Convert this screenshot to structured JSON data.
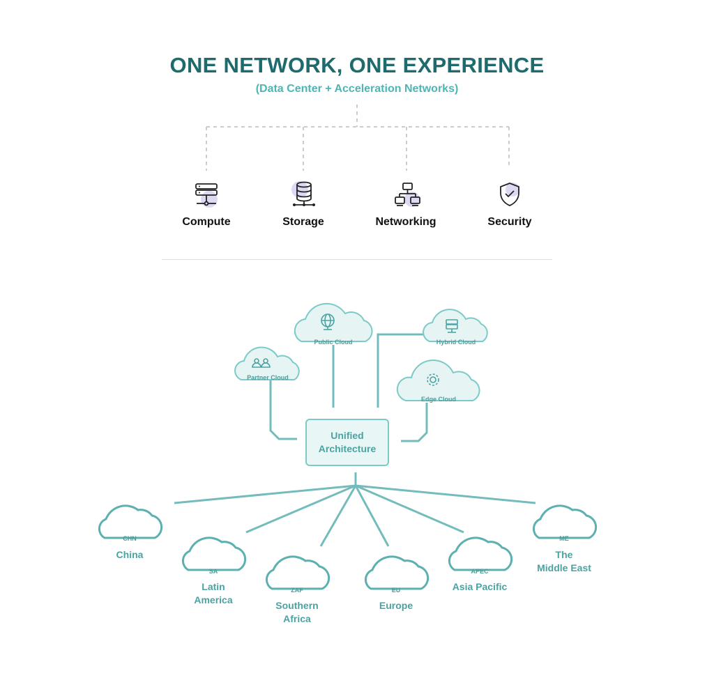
{
  "header": {
    "title": "ONE NETWORK, ONE EXPERIENCE",
    "subtitle": "(Data Center + Acceleration Networks)"
  },
  "pillars": [
    {
      "label": "Compute",
      "icon": "server-icon"
    },
    {
      "label": "Storage",
      "icon": "database-icon"
    },
    {
      "label": "Networking",
      "icon": "network-icon"
    },
    {
      "label": "Security",
      "icon": "shield-check-icon"
    }
  ],
  "clouds": [
    {
      "label": "Public Cloud",
      "icon": "globe-icon"
    },
    {
      "label": "Hybrid Cloud",
      "icon": "server-icon"
    },
    {
      "label": "Partner Cloud",
      "icon": "users-icon"
    },
    {
      "label": "Edge Cloud",
      "icon": "gear-icon"
    }
  ],
  "center": {
    "line1": "Unified",
    "line2": "Architecture"
  },
  "regions": [
    {
      "code": "CHN",
      "name": [
        "China"
      ]
    },
    {
      "code": "SA",
      "name": [
        "Latin",
        "America"
      ]
    },
    {
      "code": "ZAF",
      "name": [
        "Southern",
        "Africa"
      ]
    },
    {
      "code": "EU",
      "name": [
        "Europe"
      ]
    },
    {
      "code": "APEC",
      "name": [
        "Asia Pacific"
      ]
    },
    {
      "code": "ME",
      "name": [
        "The",
        "Middle East"
      ]
    }
  ],
  "colors": {
    "title": "#1e6b6d",
    "accent": "#4db6b4",
    "line": "#74bcbb",
    "cloud_fill": "#e6f4f4"
  }
}
